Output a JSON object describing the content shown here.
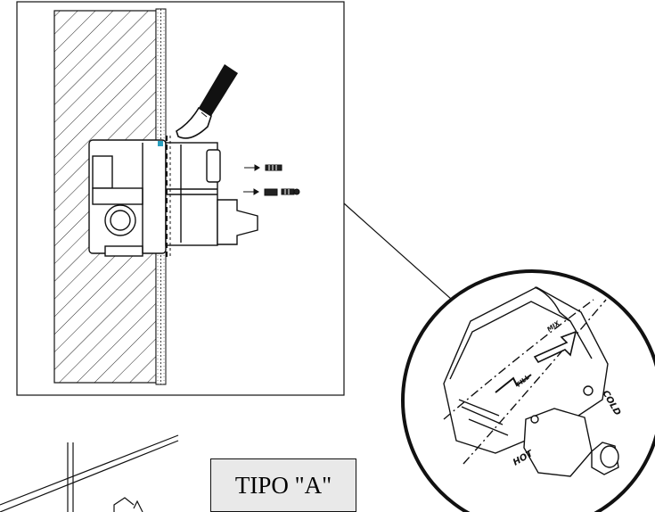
{
  "diagram": {
    "type_label": "TIPO \"A\"",
    "detail_labels": {
      "hot": "HOT",
      "cold": "COLD",
      "mix": "MIX",
      "fill": "FILL"
    }
  }
}
